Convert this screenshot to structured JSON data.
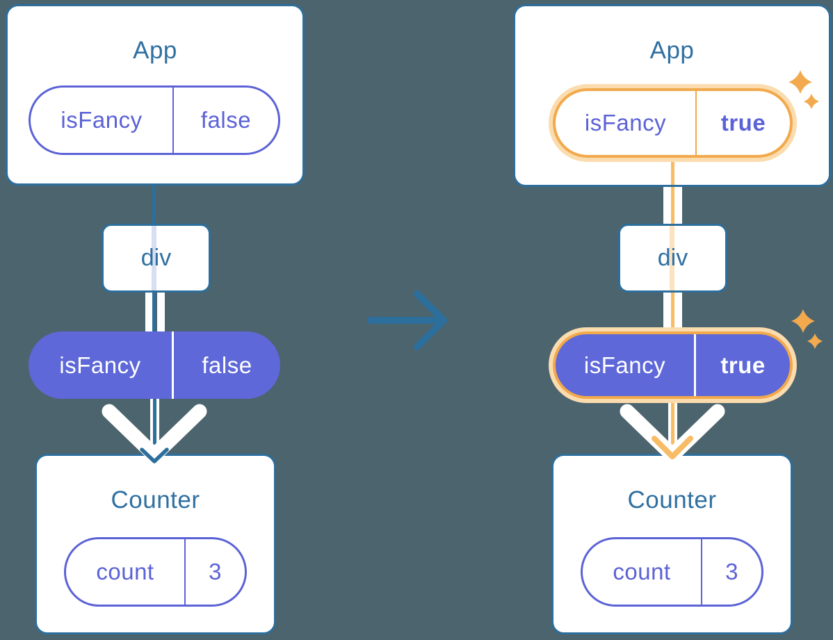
{
  "colors": {
    "background": "#4C646E",
    "card-bg": "#FFFFFF",
    "card-border": "#2C6E9C",
    "title-text": "#2F70A1",
    "purple": "#5B62D6",
    "purple-fill": "#5E68D8",
    "white": "#FFFFFF",
    "orange": "#F2A94C",
    "orange-glow": "#FBDCAE",
    "orange-line": "#F8BC67",
    "sparkle": "#F3AA4E",
    "stripe-blue": "#D9DFF3",
    "stripe-peach": "#FBE3C2"
  },
  "left_tree": {
    "app": {
      "title": "App",
      "prop": {
        "key": "isFancy",
        "value": "false"
      }
    },
    "container": {
      "label": "div"
    },
    "context": {
      "key": "isFancy",
      "value": "false"
    },
    "counter": {
      "title": "Counter",
      "state": {
        "key": "count",
        "value": "3"
      }
    }
  },
  "right_tree": {
    "app": {
      "title": "App",
      "prop": {
        "key": "isFancy",
        "value": "true"
      }
    },
    "container": {
      "label": "div"
    },
    "context": {
      "key": "isFancy",
      "value": "true"
    },
    "counter": {
      "title": "Counter",
      "state": {
        "key": "count",
        "value": "3"
      }
    }
  }
}
